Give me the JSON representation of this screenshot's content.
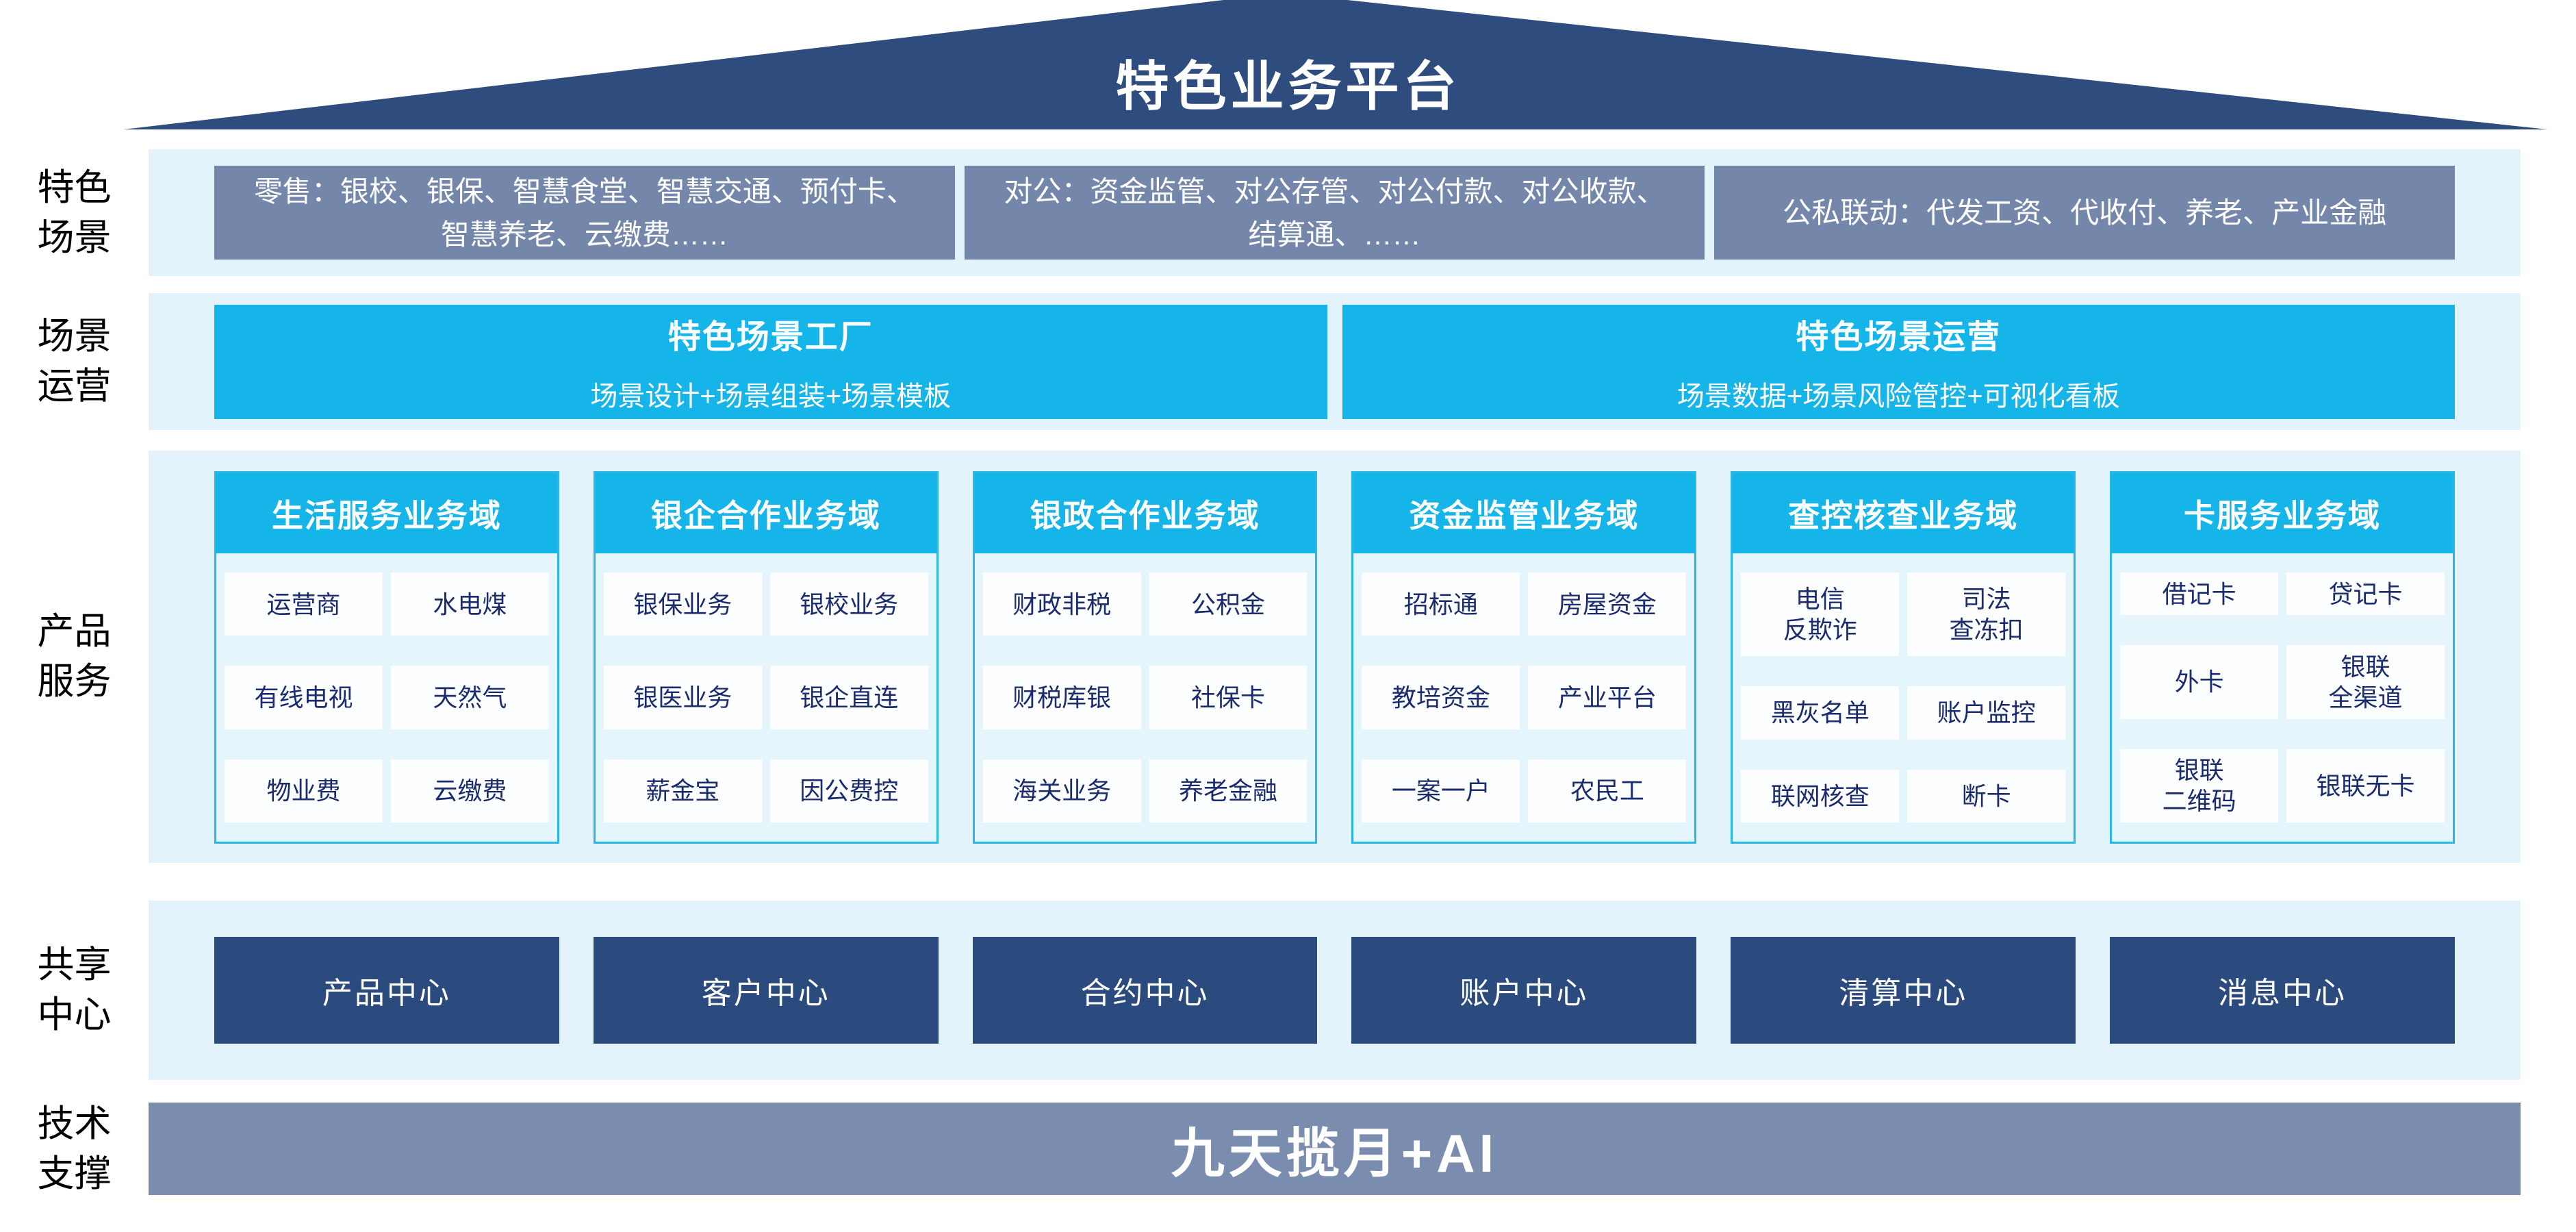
{
  "title": "特色业务平台",
  "labels": {
    "scene": "特色\n场景",
    "operations": "场景\n运营",
    "products": "产品\n服务",
    "centers": "共享\n中心",
    "tech": "技术\n支撑"
  },
  "scene": {
    "boxes": [
      "零售：银校、银保、智慧食堂、智慧交通、预付卡、智慧养老、云缴费……",
      "对公：资金监管、对公存管、对公付款、对公收款、结算通、……",
      "公私联动：代发工资、代收付、养老、产业金融"
    ]
  },
  "operations": {
    "boxes": [
      {
        "title": "特色场景工厂",
        "subtitle": "场景设计+场景组装+场景模板"
      },
      {
        "title": "特色场景运营",
        "subtitle": "场景数据+场景风险管控+可视化看板"
      }
    ]
  },
  "products": {
    "columns": [
      {
        "header": "生活服务业务域",
        "cells": [
          "运营商",
          "水电煤",
          "有线电视",
          "天然气",
          "物业费",
          "云缴费"
        ]
      },
      {
        "header": "银企合作业务域",
        "cells": [
          "银保业务",
          "银校业务",
          "银医业务",
          "银企直连",
          "薪金宝",
          "因公费控"
        ]
      },
      {
        "header": "银政合作业务域",
        "cells": [
          "财政非税",
          "公积金",
          "财税库银",
          "社保卡",
          "海关业务",
          "养老金融"
        ]
      },
      {
        "header": "资金监管业务域",
        "cells": [
          "招标通",
          "房屋资金",
          "教培资金",
          "产业平台",
          "一案一户",
          "农民工"
        ]
      },
      {
        "header": "查控核查业务域",
        "cells": [
          "电信\n反欺诈",
          "司法\n查冻扣",
          "黑灰名单",
          "账户监控",
          "联网核查",
          "断卡"
        ]
      },
      {
        "header": "卡服务业务域",
        "cells": [
          "借记卡",
          "贷记卡",
          "外卡",
          "银联\n全渠道",
          "银联\n二维码",
          "银联无卡"
        ]
      }
    ]
  },
  "centers": {
    "boxes": [
      "产品中心",
      "客户中心",
      "合约中心",
      "账户中心",
      "清算中心",
      "消息中心"
    ]
  },
  "tech": {
    "bar_text": "九天揽月+AI"
  },
  "colors": {
    "roof_navy": "#2F4C7E",
    "band_light_blue": "#E3F3FB",
    "slate_blue_box": "#7487AB",
    "cyan": "#16B5E9",
    "column_border_cyan": "#29B8E5",
    "column_body_bg": "#E4F5FC",
    "cell_bg": "#FDFEFF",
    "cell_text_navy": "#1A2B6E",
    "center_navy": "#2B4A7D",
    "tech_bar_slate": "#7B8DAF"
  }
}
